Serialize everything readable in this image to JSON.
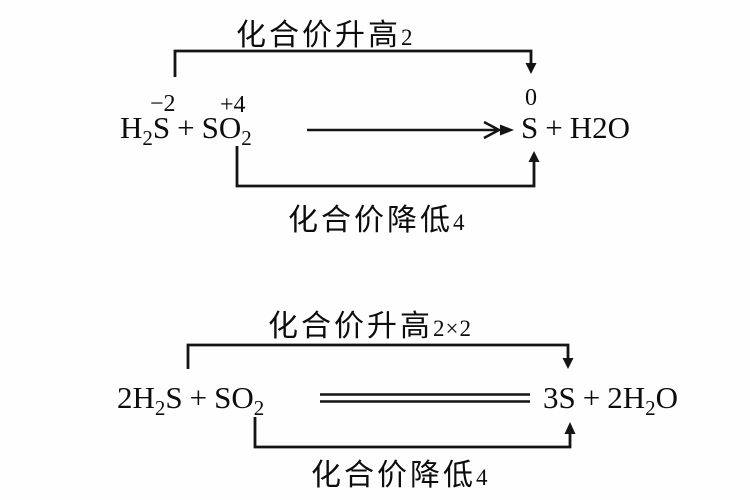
{
  "colors": {
    "background": "#fefefe",
    "ink": "#141414"
  },
  "section1": {
    "increase_label": "化合价升高",
    "increase_value": "2",
    "decrease_label": "化合价降低",
    "decrease_value": "4",
    "oxidation_states": {
      "sulfur_in_h2s": "−2",
      "sulfur_in_so2": "+4",
      "sulfur_product": "0"
    },
    "equation": {
      "h2s_main": "H",
      "h2s_sub": "2",
      "h2s_tail": "S",
      "plus_lhs": "+",
      "so2_main": "SO",
      "so2_sub": "2",
      "product_s": "S",
      "plus_rhs": "+",
      "water": "H2O"
    }
  },
  "section2": {
    "increase_label": "化合价升高",
    "increase_value": "2×2",
    "decrease_label": "化合价降低",
    "decrease_value": "4",
    "equation": {
      "h2s_coef": "2",
      "h2s_main": "H",
      "h2s_sub": "2",
      "h2s_tail": "S",
      "plus_lhs": "+",
      "so2_main": "SO",
      "so2_sub": "2",
      "s_product": "3S",
      "plus_rhs": "+",
      "water_coef": "2",
      "water_main": "H",
      "water_sub": "2",
      "water_tail": "O"
    }
  }
}
